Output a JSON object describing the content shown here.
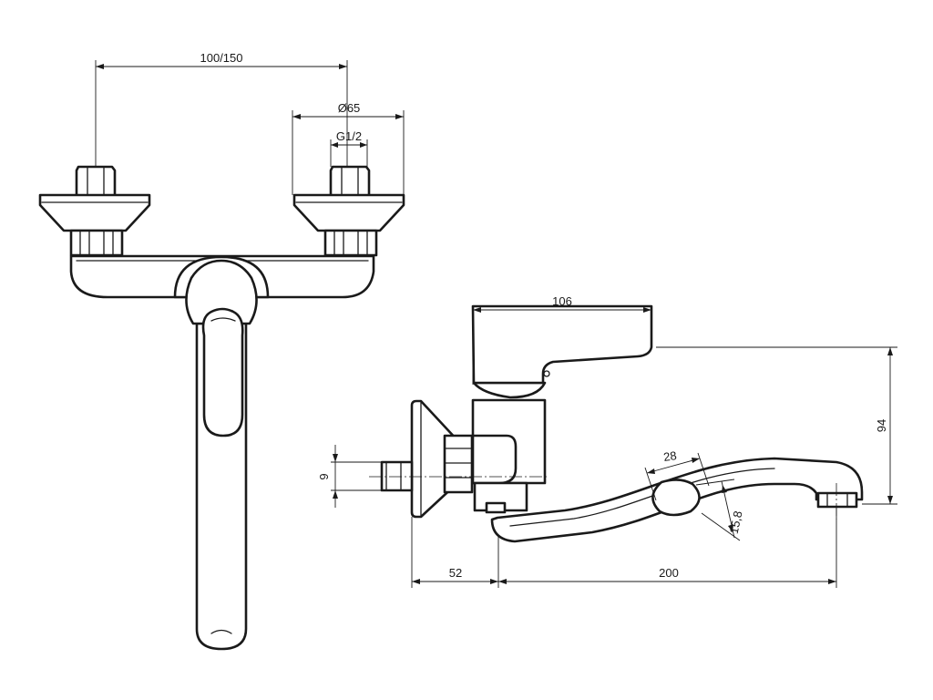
{
  "dimensions": {
    "centers": "100/150",
    "flange_diameter": "Ø65",
    "thread": "G1/2",
    "lever_length": "106",
    "height": "94",
    "wall_offset": "52",
    "spout_reach": "200",
    "inlet": "9",
    "spout_width": "28",
    "spout_thickness": "15,8"
  }
}
